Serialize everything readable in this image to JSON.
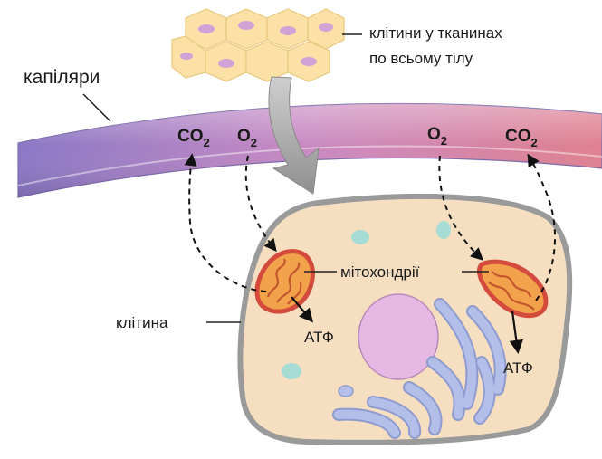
{
  "labels": {
    "tissue_cells_line1": "клітини у тканинах",
    "tissue_cells_line2": "по всьому тілу",
    "capillaries": "капіляри",
    "mitochondria": "мітохондрії",
    "cell": "клітина"
  },
  "gases": {
    "co2_left": {
      "base": "CO",
      "sub": "2"
    },
    "o2_left": {
      "base": "O",
      "sub": "2"
    },
    "o2_right": {
      "base": "O",
      "sub": "2"
    },
    "co2_right": {
      "base": "CO",
      "sub": "2"
    }
  },
  "products": {
    "atp_left": "АТФ",
    "atp_right": "АТФ"
  },
  "colors": {
    "capillary_left": "#8a78c6",
    "capillary_mid": "#c98ac2",
    "capillary_right": "#e0808f",
    "cell_fill": "#f6dfc1",
    "cell_border": "#9a9a9a",
    "nucleus": "#e6b8e4",
    "er": "#b3bfe8",
    "vesicle": "#a7dcd4",
    "mito_outer": "#d44a3c",
    "mito_inner": "#f2a24a",
    "tissue_cell": "#fbe1a6",
    "tissue_nucleus": "#cfa3d6",
    "big_arrow": "#a6a6a6"
  }
}
